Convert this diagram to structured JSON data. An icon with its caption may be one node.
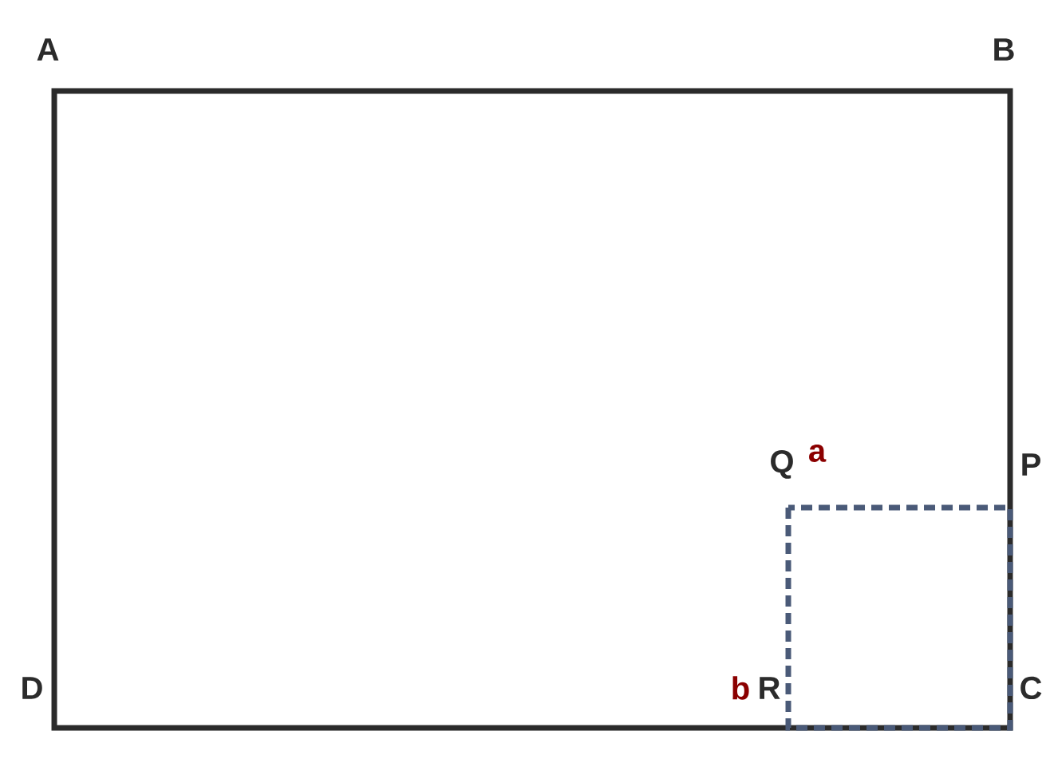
{
  "diagram": {
    "labels": [
      "A",
      "B",
      "Q",
      "a",
      "P",
      "D",
      "b",
      "R",
      "C"
    ]
  }
}
